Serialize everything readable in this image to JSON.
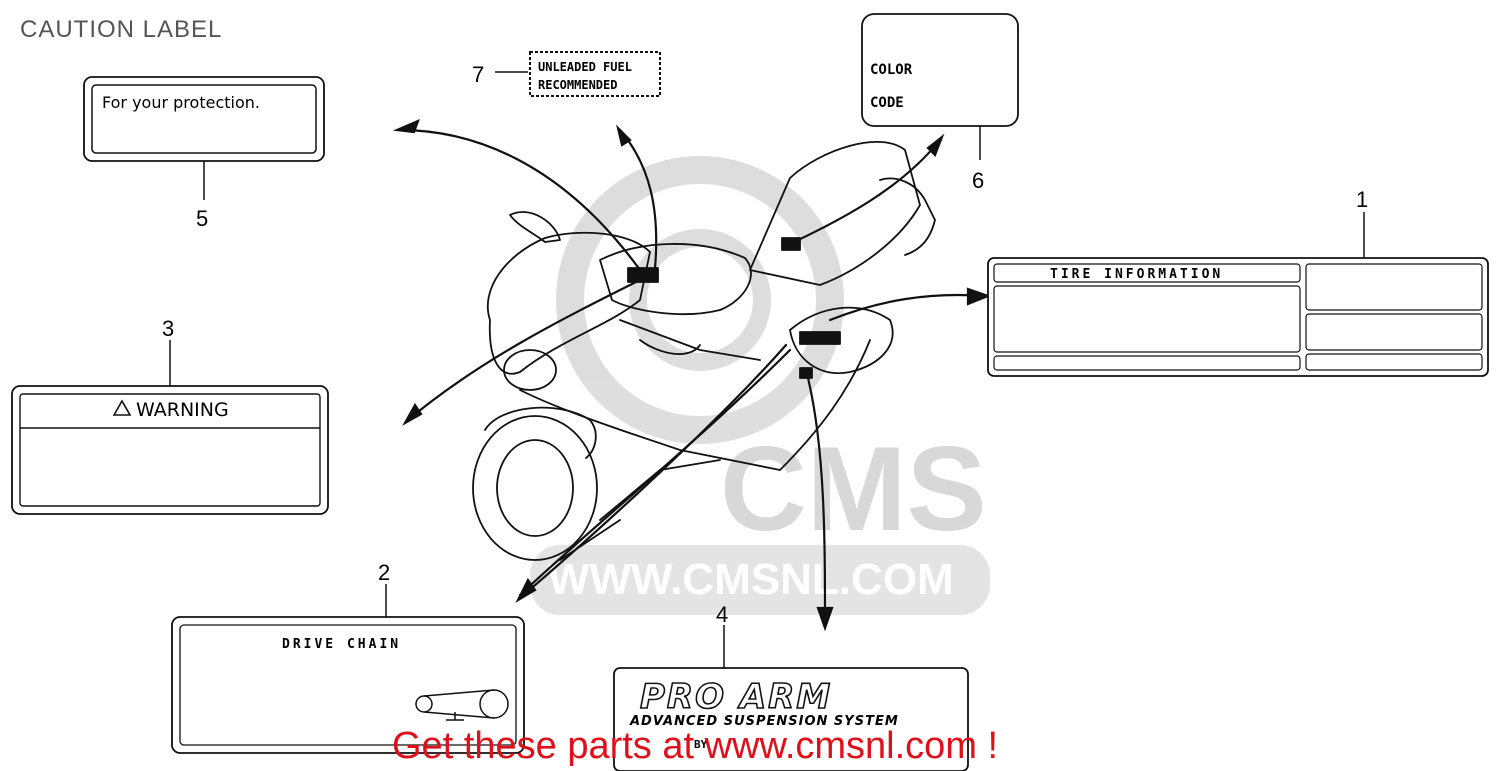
{
  "title": "CAUTION LABEL",
  "watermark": {
    "brand": "CMS",
    "url": "WWW.CMSNL.COM"
  },
  "callouts": [
    {
      "number": "1"
    },
    {
      "number": "2"
    },
    {
      "number": "3"
    },
    {
      "number": "4"
    },
    {
      "number": "5"
    },
    {
      "number": "6"
    },
    {
      "number": "7"
    }
  ],
  "labels": {
    "tire": {
      "heading": "TIRE INFORMATION"
    },
    "drive_chain": {
      "heading": "DRIVE CHAIN"
    },
    "warning": {
      "heading": "WARNING"
    },
    "pro_arm": {
      "logo": "PRO ARM",
      "tagline": "ADVANCED SUSPENSION SYSTEM",
      "byline": "BY"
    },
    "protection": {
      "heading": "For your protection."
    },
    "color_code": {
      "line1": "COLOR",
      "line2": "CODE"
    },
    "fuel": {
      "line1": "UNLEADED FUEL",
      "line2": "RECOMMENDED"
    }
  },
  "footer": {
    "text": "Get these parts at www.cmsnl.com !"
  },
  "colors": {
    "line": "#111111",
    "watermark": "#d8d8d8",
    "footer": "#e0101a",
    "title": "#555555"
  }
}
